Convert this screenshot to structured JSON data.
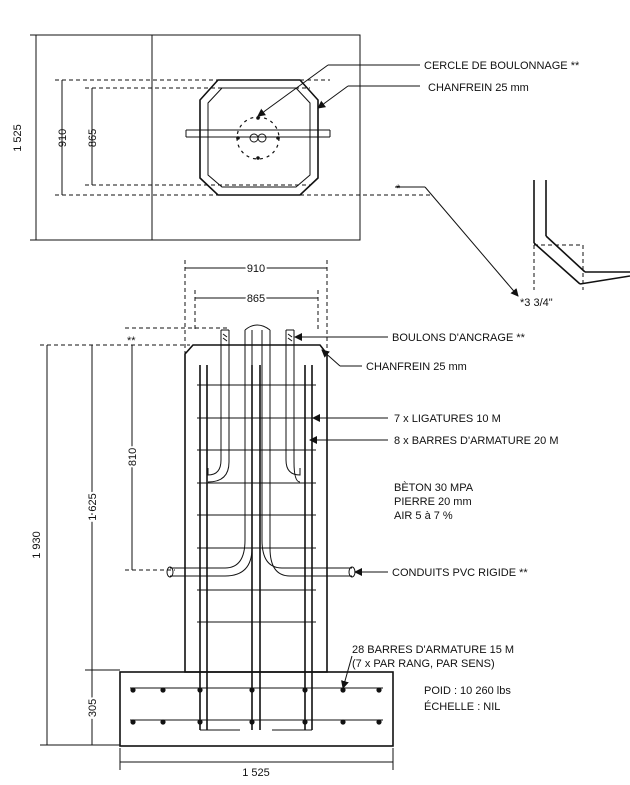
{
  "plan_view": {
    "dim_outer": "1 525",
    "dim_910": "910",
    "dim_865": "865",
    "label_bolt_circle": "CERCLE DE BOULONNAGE **",
    "label_chamfer": "CHANFREIN 25 mm"
  },
  "detail": {
    "note": "*3  3/4\""
  },
  "elevation": {
    "dim_top_910": "910",
    "dim_top_865": "865",
    "stars": "**",
    "dim_1930": "1 930",
    "dim_1625": "1 625",
    "dim_810": "810",
    "dim_305": "305",
    "dim_bottom": "1 525",
    "label_anchor_bolts": "BOULONS D'ANCRAGE **",
    "label_chamfer": "CHANFREIN 25 mm",
    "label_ties": "7 x LIGATURES 10 M",
    "label_bars_20": "8 x BARRES D'ARMATURE 20 M",
    "concrete_notes": [
      "BÈTON 30 MPA",
      "PIERRE 20 mm",
      "AIR 5 à 7 %"
    ],
    "label_conduits": "CONDUITS PVC RIGIDE **",
    "label_bars_15_line1": "28 BARRES D'ARMATURE 15 M",
    "label_bars_15_line2": "(7 x PAR RANG, PAR SENS)",
    "weight": "POID : 10 260 lbs",
    "scale": "ÉCHELLE : NIL"
  }
}
